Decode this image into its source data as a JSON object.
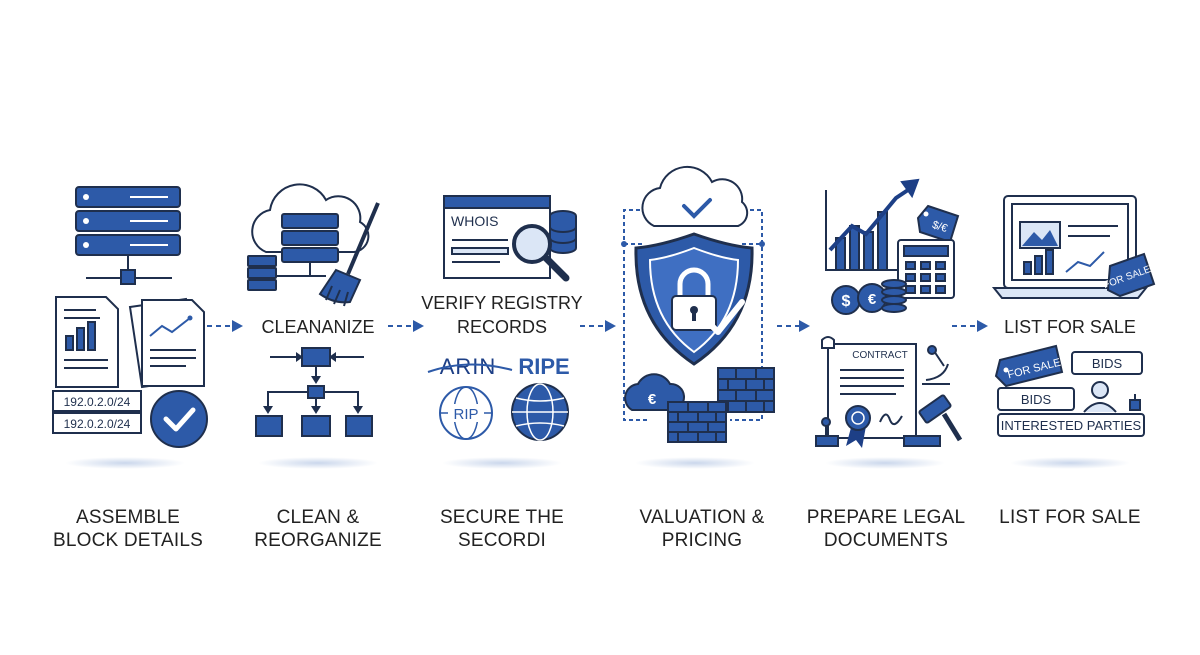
{
  "steps": [
    {
      "caption": [
        "ASSEMBLE",
        "BLOCK DETAILS"
      ],
      "ip_labels": [
        "192.0.2.0/24",
        "192.0.2.0/24"
      ]
    },
    {
      "caption": [
        "CLEAN &",
        "REORGANIZE"
      ],
      "icon_label": "CLEANANIZE"
    },
    {
      "caption": [
        "SECURE THE",
        "SECORDI"
      ],
      "icon_label": [
        "VERIFY REGISTRY",
        "RECORDS"
      ],
      "window_label": "WHOIS",
      "registries": [
        "ARIN",
        "RIPE",
        "RIP"
      ]
    },
    {
      "caption": [
        "VALUATION &",
        "PRICING"
      ],
      "currency": "€"
    },
    {
      "caption": [
        "PREPARE LEGAL",
        "DOCUMENTS"
      ],
      "contract_label": "CONTRACT",
      "tag_label": "$/€",
      "coins": [
        "$",
        "€"
      ]
    },
    {
      "caption": [
        "LIST FOR SALE"
      ],
      "icon_label": "LIST FOR SALE",
      "tags": [
        "FOR SALE",
        "FOR SALE"
      ],
      "bids": [
        "BIDS",
        "BIDS"
      ],
      "parties": "INTERESTED PARTIES"
    }
  ],
  "colors": {
    "primary": "#2d5aa8",
    "dark": "#1d3f86",
    "light": "#dbe6f6",
    "outline": "#1f2f4d"
  }
}
